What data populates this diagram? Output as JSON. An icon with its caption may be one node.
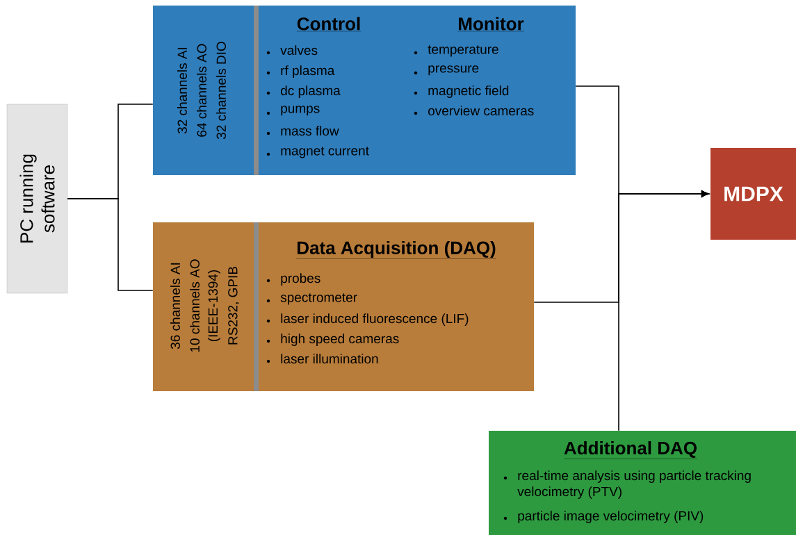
{
  "diagram": {
    "nodes": [
      {
        "text": [
          "PC running software"
        ]
      },
      {
        "text": [
          "32 channels AI",
          "64 channels AO",
          "32 channels DIO",
          "Control",
          "valves",
          "rf plasma",
          "dc plasma",
          "pumps",
          "mass flow",
          "magnet current",
          "Monitor",
          "temperature",
          "pressure",
          "magnetic field",
          "overview cameras"
        ]
      },
      {
        "text": [
          "36 channels AI",
          "10 channels AO",
          "(IEEE-1394)",
          "RS232, GPIB",
          "Data Acquisition (DAQ)",
          "probes",
          "spectrometer",
          "laser induced fluorescence (LIF)",
          "high speed cameras",
          "laser illumination"
        ]
      },
      {
        "text": [
          "MDPX"
        ]
      },
      {
        "text": [
          "Additional DAQ",
          "real-time analysis using particle tracking velocimetry (PTV)",
          "particle image velocimetry (PIV)"
        ]
      }
    ],
    "edges": [
      {
        "from": 0,
        "to": 1,
        "arrow": "none"
      },
      {
        "from": 0,
        "to": 2,
        "arrow": "none"
      },
      {
        "from": 1,
        "to": 3,
        "arrow": "to"
      },
      {
        "from": 2,
        "to": 3,
        "arrow": "to"
      },
      {
        "from": 4,
        "to": 3,
        "arrow": "to"
      }
    ]
  }
}
